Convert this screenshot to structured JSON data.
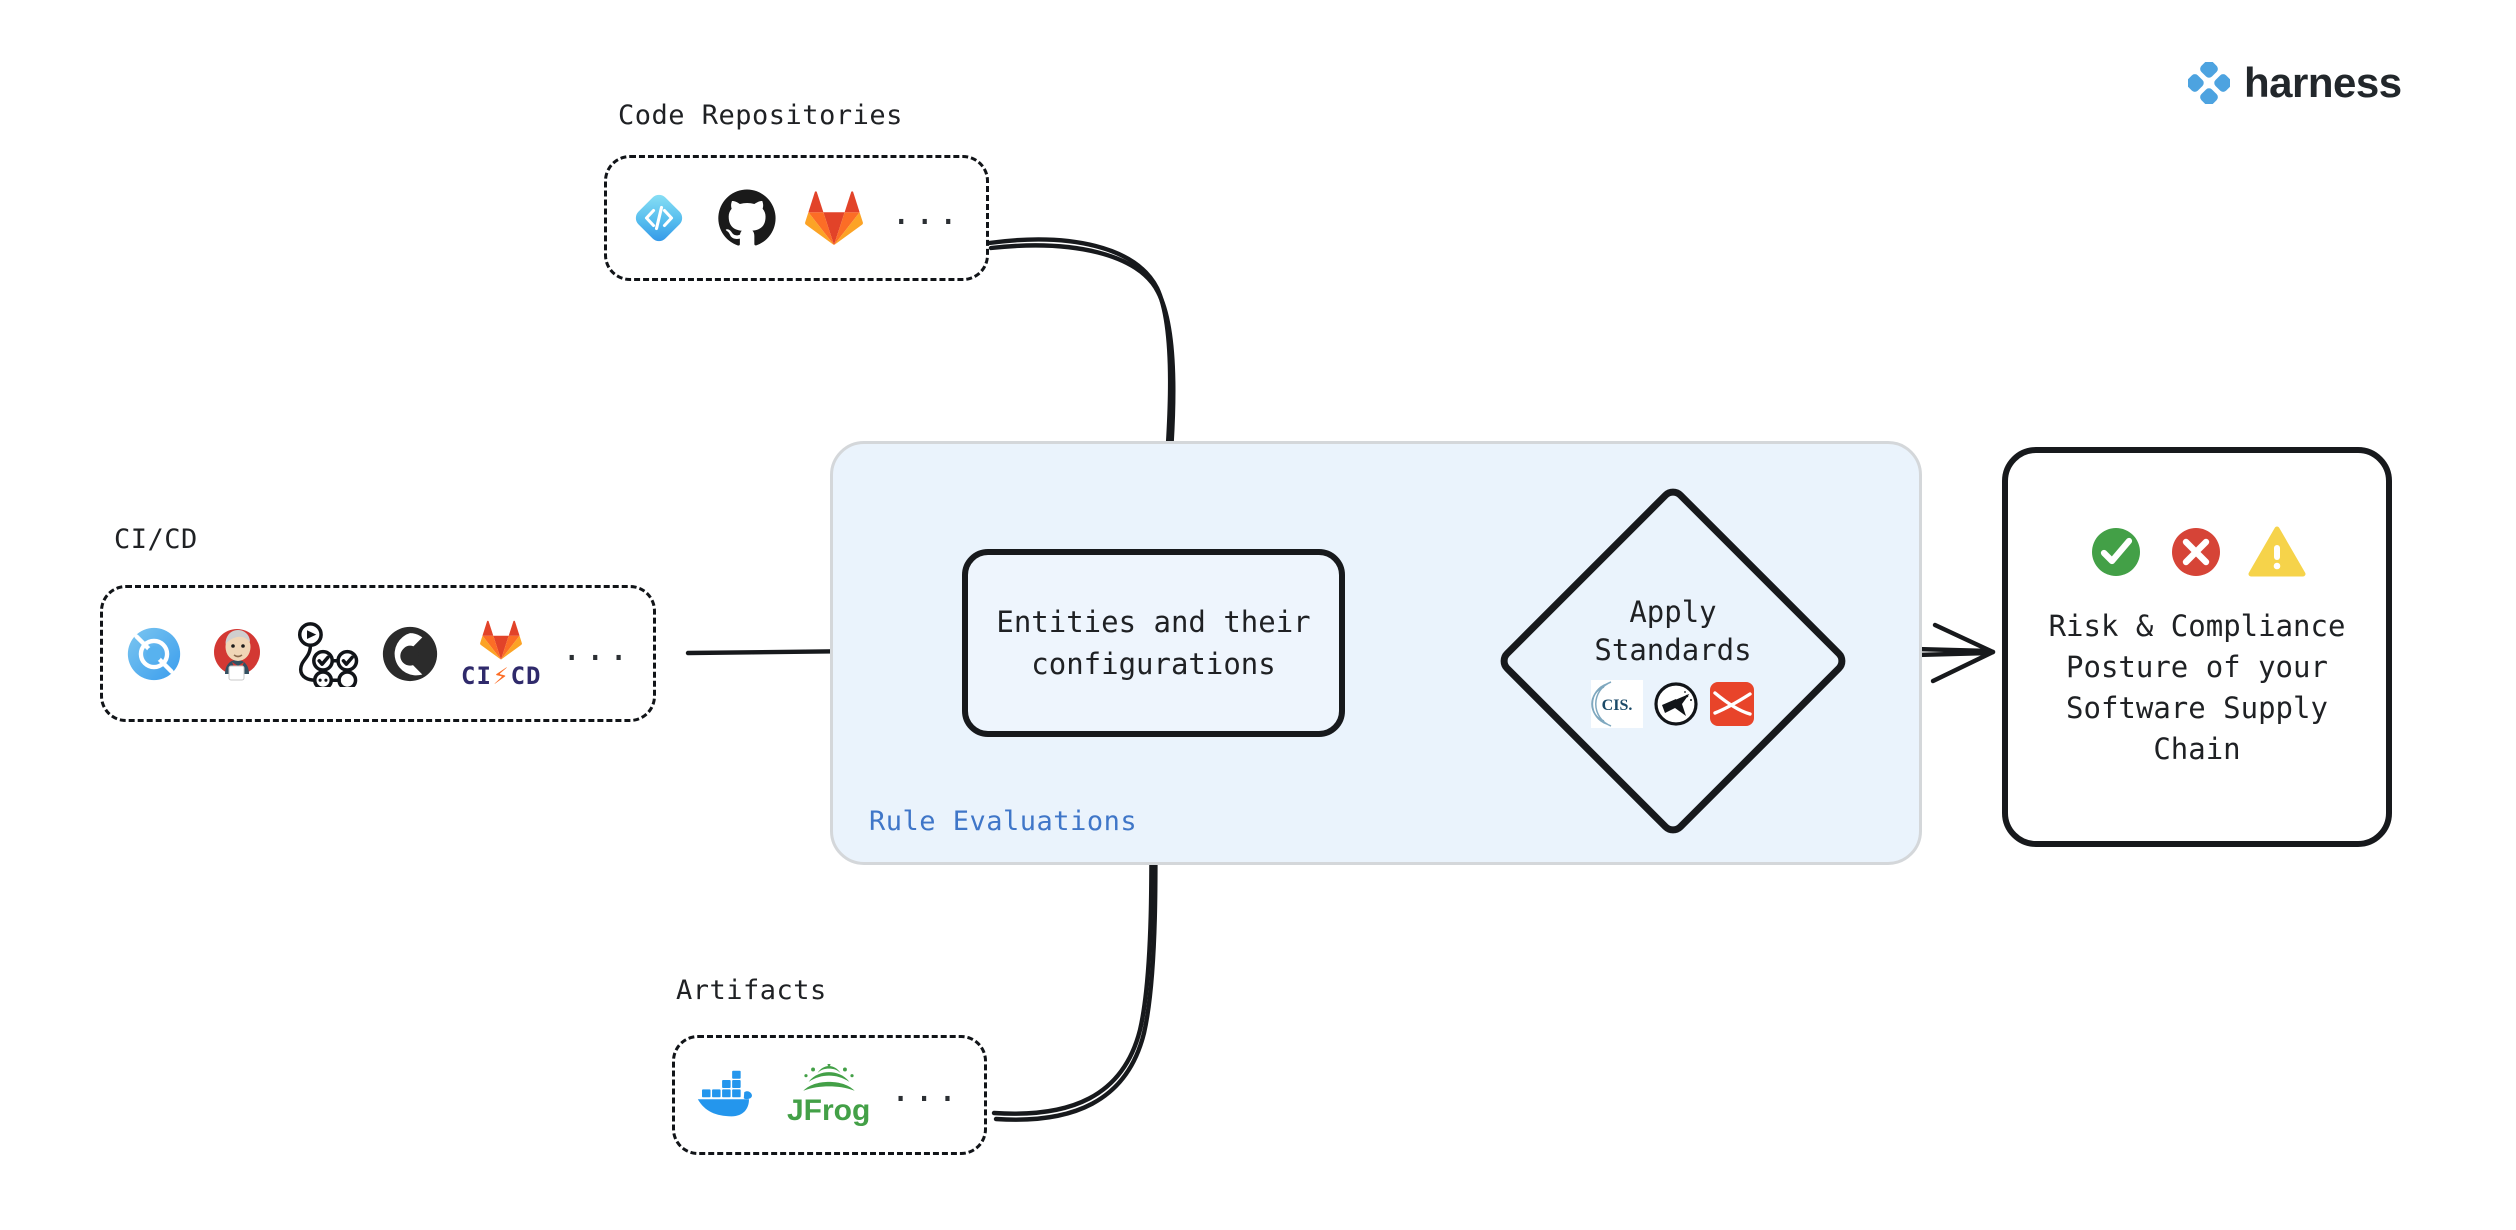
{
  "brand": {
    "logo_icon": "harness-diamond-logo",
    "name": "harness",
    "accent_blue": "#4da3e0",
    "text_dark": "#22272b"
  },
  "colors": {
    "panel_bg": "#eaf3fc",
    "panel_border": "#d4d7da",
    "stroke": "#17191c",
    "rule_label_blue": "#3f76c8",
    "success_green": "#43a047",
    "error_red": "#d64437",
    "warning_yellow": "#f6d34a"
  },
  "groups": [
    {
      "id": "code-repositories",
      "caption": "Code Repositories",
      "ellipsis": "...",
      "items": [
        {
          "name": "harness-code-icon",
          "label": "Harness Code"
        },
        {
          "name": "github-icon",
          "label": "GitHub"
        },
        {
          "name": "gitlab-icon",
          "label": "GitLab"
        }
      ]
    },
    {
      "id": "ci-cd",
      "caption": "CI/CD",
      "ellipsis": "...",
      "items": [
        {
          "name": "harness-ci-icon",
          "label": "Harness CI"
        },
        {
          "name": "jenkins-icon",
          "label": "Jenkins"
        },
        {
          "name": "github-actions-icon",
          "label": "GitHub Actions"
        },
        {
          "name": "circleci-icon",
          "label": "CircleCI"
        },
        {
          "name": "gitlab-cicd-icon",
          "label": "GitLab CI/CD",
          "text": "CI/CD"
        }
      ]
    },
    {
      "id": "artifacts",
      "caption": "Artifacts",
      "ellipsis": "...",
      "items": [
        {
          "name": "docker-icon",
          "label": "Docker"
        },
        {
          "name": "jfrog-icon",
          "label": "JFrog",
          "text": "JFrog"
        }
      ]
    }
  ],
  "panel": {
    "label": "Rule Evaluations",
    "entities_box": {
      "line1": "Entities and their",
      "line2": "configurations"
    },
    "apply_standards": {
      "line1": "Apply",
      "line2": "Standards",
      "standards": [
        {
          "name": "cis-icon",
          "label": "CIS",
          "text": "CIS."
        },
        {
          "name": "owasp-icon",
          "label": "OWASP"
        },
        {
          "name": "slsa-icon",
          "label": "SLSA"
        }
      ]
    }
  },
  "outcome": {
    "status_icons": [
      {
        "name": "check-circle-icon",
        "label": "pass"
      },
      {
        "name": "error-circle-icon",
        "label": "fail"
      },
      {
        "name": "warning-triangle-icon",
        "label": "warning"
      }
    ],
    "line1": "Risk & Compliance",
    "line2": "Posture of your",
    "line3": "Software Supply",
    "line4": "Chain"
  },
  "arrows": [
    {
      "name": "arrow-code-repositories-to-entities",
      "from": "code-repositories",
      "to": "entities-box"
    },
    {
      "name": "arrow-cicd-to-panel",
      "from": "ci-cd",
      "to": "entities-box"
    },
    {
      "name": "arrow-artifacts-to-entities",
      "from": "artifacts",
      "to": "entities-box"
    },
    {
      "name": "arrow-entities-to-apply-standards",
      "from": "entities-box",
      "to": "apply-standards"
    },
    {
      "name": "arrow-apply-standards-to-outcome",
      "from": "apply-standards",
      "to": "outcome-box"
    }
  ]
}
